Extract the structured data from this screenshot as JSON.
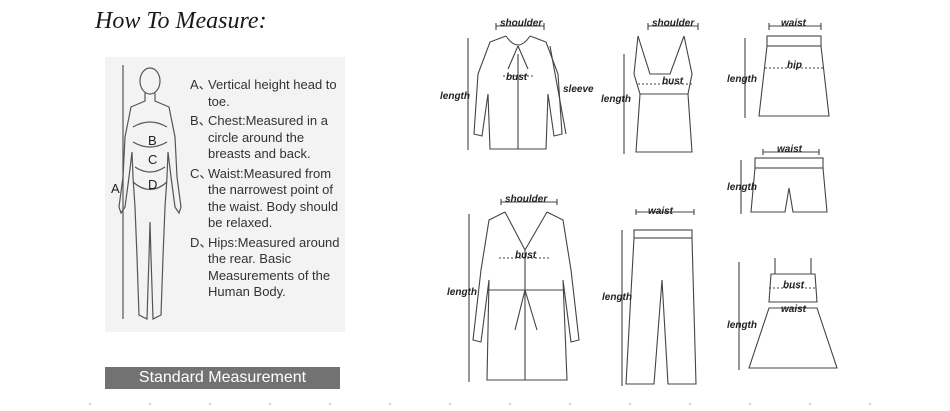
{
  "title": "How To Measure:",
  "body_labels": {
    "A": "A",
    "B": "B",
    "C": "C",
    "D": "D"
  },
  "legend": [
    {
      "letter": "A、",
      "text": "Vertical height head to toe."
    },
    {
      "letter": "B、",
      "text": "Chest:Measured in a circle around the breasts and back."
    },
    {
      "letter": "C、",
      "text": "Waist:Measured from the narrowest point of the waist. Body should be relaxed."
    },
    {
      "letter": "D、",
      "text": "Hips:Measured around the rear. Basic Measurements of the Human Body."
    }
  ],
  "footer_badge": "Standard Measurement",
  "garments": {
    "blouse": {
      "shoulder": "shoulder",
      "bust": "bust",
      "sleeve": "sleeve",
      "length": "length"
    },
    "tank": {
      "shoulder": "shoulder",
      "bust": "bust",
      "length": "length"
    },
    "skirt": {
      "waist": "waist",
      "hip": "hip",
      "length": "length"
    },
    "shorts": {
      "waist": "waist",
      "length": "length"
    },
    "coat": {
      "shoulder": "shoulder",
      "bust": "bust",
      "length": "length"
    },
    "pants": {
      "waist": "waist",
      "length": "length"
    },
    "dress": {
      "bust": "bust",
      "waist": "waist",
      "length": "length"
    }
  }
}
